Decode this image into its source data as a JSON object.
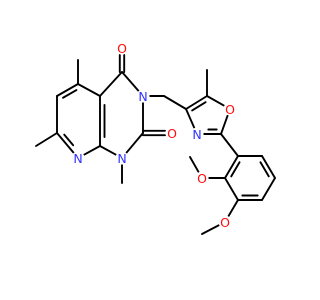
{
  "molecule": {
    "colors": {
      "bond": "#000000",
      "C": "#000000",
      "N": "#3333ff",
      "O": "#ff0d0d",
      "background": "#ffffff"
    },
    "atom_labels": {
      "O_carbonyl_top": "O",
      "O_carbonyl_side": "O",
      "N3": "N",
      "N1": "N",
      "N8": "N",
      "O_oxazole": "O",
      "N_oxazole": "N",
      "O_methoxy_2": "O",
      "O_methoxy_3": "O"
    }
  }
}
